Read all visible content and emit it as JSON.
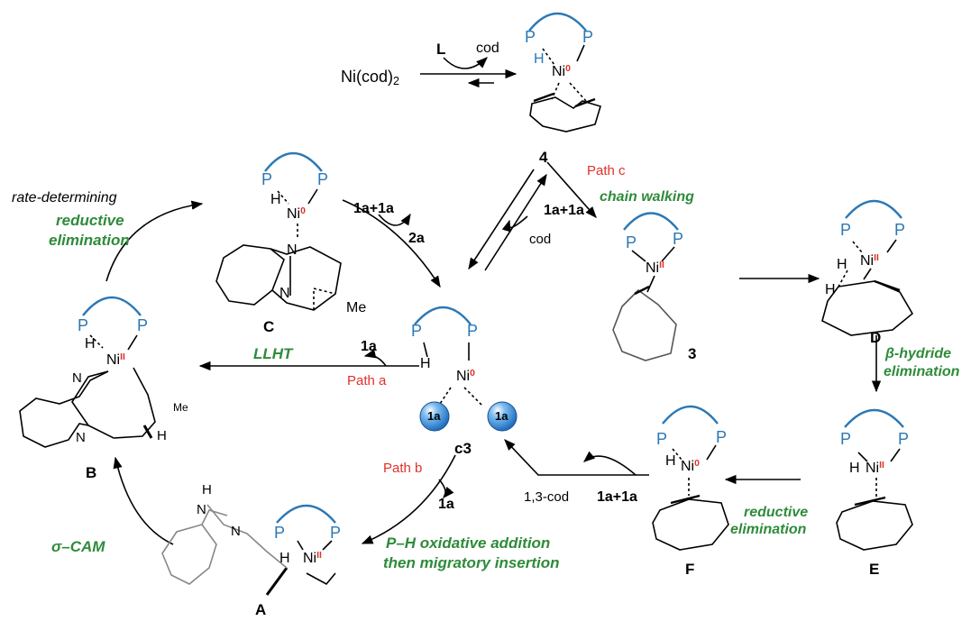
{
  "colors": {
    "ligand_blue": "#2b78b5",
    "label_red": "#e0302a",
    "text_green": "#2e8b3a",
    "ball": "#3f8fd8"
  },
  "species": {
    "ni_cod2": "Ni(cod)",
    "ni_cod2_sub": "2",
    "L": "L",
    "cod": "cod",
    "n4": "4",
    "n3": "3",
    "C": "C",
    "B": "B",
    "c3": "c3",
    "A": "A",
    "D": "D",
    "E": "E",
    "F": "F",
    "ni": "Ni",
    "ox0": "0",
    "oxII": "II",
    "P": "P",
    "H": "H",
    "N": "N",
    "Me": "Me",
    "ball": "1a"
  },
  "reagents": {
    "one_a_plus": "1a+1a",
    "two_a": "2a",
    "one_a": "1a",
    "cod": "cod",
    "cod13": "1,3-cod"
  },
  "paths": {
    "a": "Path a",
    "b": "Path b",
    "c": "Path c"
  },
  "steps": {
    "rate_det": "rate-determining",
    "red_elim": "reductive",
    "red_elim2": "elimination",
    "llht": "LLHT",
    "chain_walk": "chain walking",
    "beta1": "β-hydride",
    "beta2": "elimination",
    "red2a": "reductive",
    "red2b": "elimination",
    "ph1": "P–H oxidative addition",
    "ph2": "then migratory insertion",
    "sigma": "σ–CAM"
  }
}
